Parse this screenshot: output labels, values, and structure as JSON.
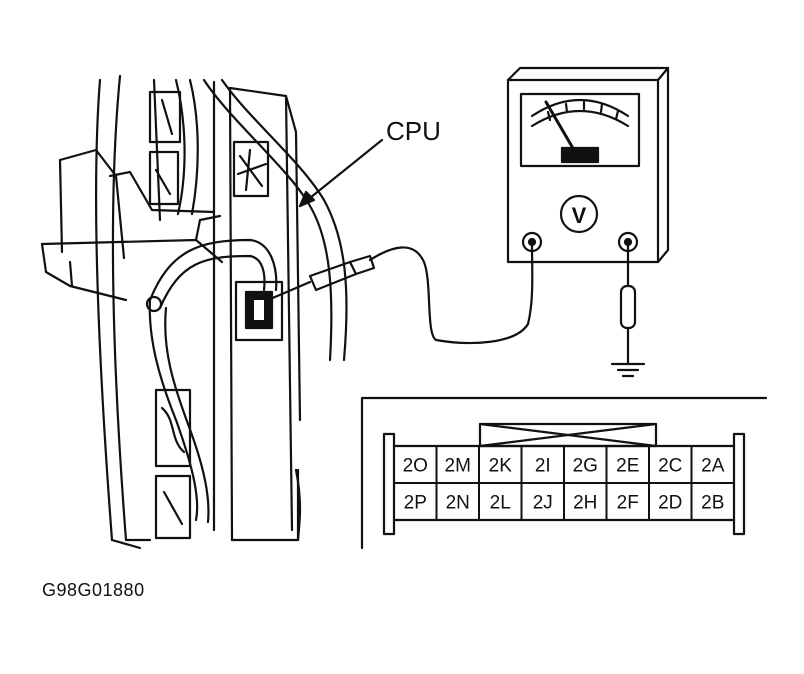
{
  "labels": {
    "cpu": "CPU",
    "meter_symbol": "V",
    "figure_id": "G98G01880"
  },
  "connector": {
    "row1": [
      "2O",
      "2M",
      "2K",
      "2I",
      "2G",
      "2E",
      "2C",
      "2A"
    ],
    "row2": [
      "2P",
      "2N",
      "2L",
      "2J",
      "2H",
      "2F",
      "2D",
      "2B"
    ]
  }
}
